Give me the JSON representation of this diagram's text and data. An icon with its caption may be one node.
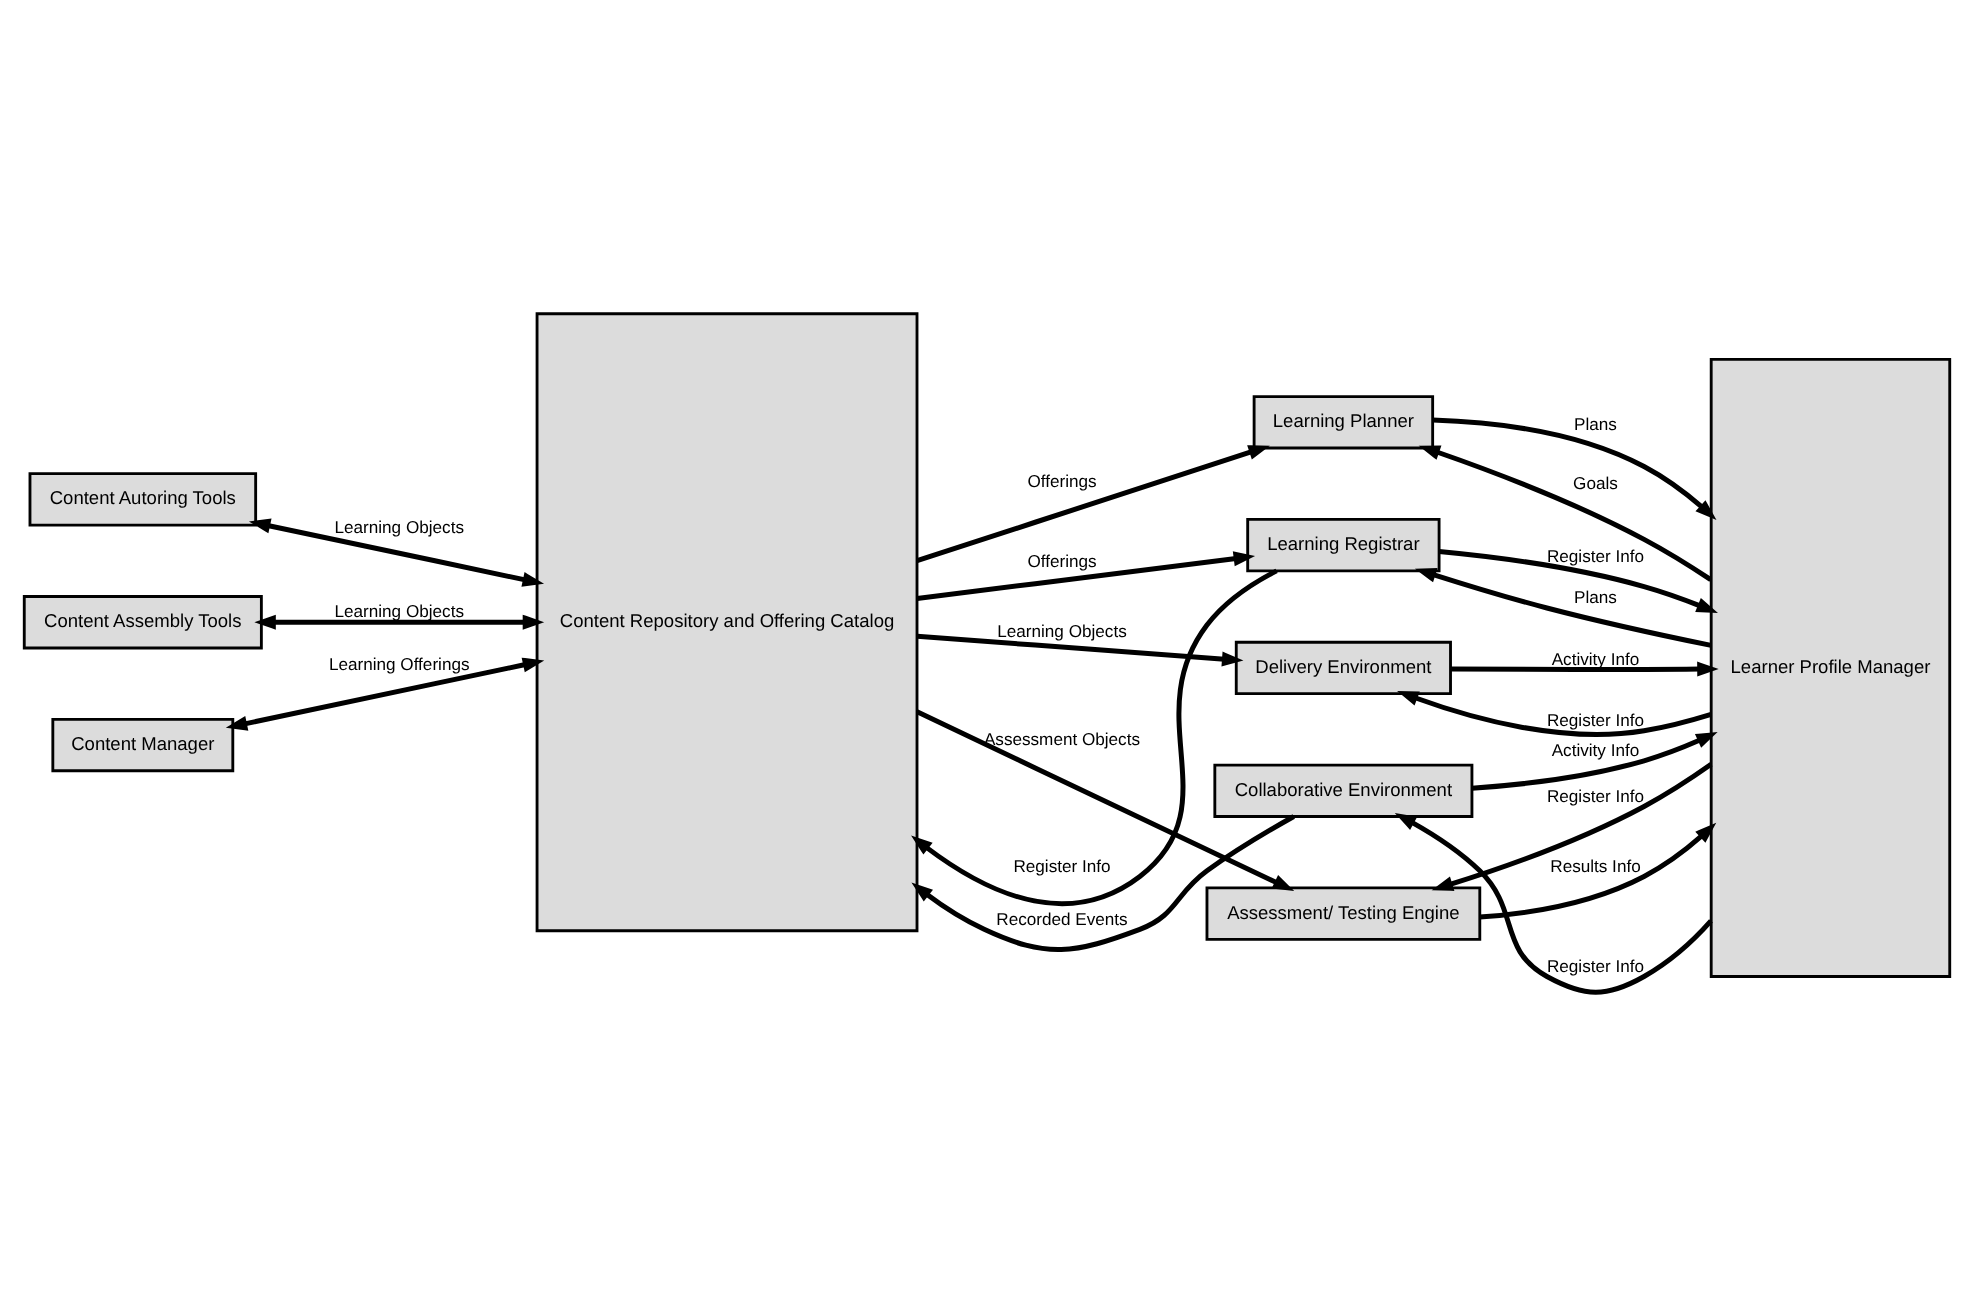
{
  "diagram": {
    "nodes": [
      {
        "text": [
          "Content Autoring Tools"
        ]
      },
      {
        "text": [
          "Content Assembly Tools"
        ]
      },
      {
        "text": [
          "Content Manager"
        ]
      },
      {
        "text": [
          "Content Repository and Offering Catalog"
        ]
      },
      {
        "text": [
          "Learning Planner"
        ]
      },
      {
        "text": [
          "Learning Registrar"
        ]
      },
      {
        "text": [
          "Delivery Environment"
        ]
      },
      {
        "text": [
          "Collaborative Environment"
        ]
      },
      {
        "text": [
          "Assessment/ Testing Engine"
        ]
      },
      {
        "text": [
          "Learner Profile Manager"
        ]
      }
    ],
    "edges": [
      {
        "from": 0,
        "to": 3,
        "arrow": "both",
        "label": "Learning Objects"
      },
      {
        "from": 1,
        "to": 3,
        "arrow": "both",
        "label": "Learning Objects"
      },
      {
        "from": 2,
        "to": 3,
        "arrow": "both",
        "label": "Learning Offerings"
      },
      {
        "from": 3,
        "to": 4,
        "arrow": "to",
        "label": "Offerings"
      },
      {
        "from": 9,
        "to": 4,
        "arrow": "to",
        "label": "Goals"
      },
      {
        "from": 4,
        "to": 9,
        "arrow": "to",
        "label": "Plans"
      },
      {
        "from": 3,
        "to": 5,
        "arrow": "to",
        "label": "Offerings"
      },
      {
        "from": 5,
        "to": 3,
        "arrow": "to",
        "label": "Register Info"
      },
      {
        "from": 9,
        "to": 5,
        "arrow": "to",
        "label": "Plans"
      },
      {
        "from": 5,
        "to": 9,
        "arrow": "to",
        "label": "Register Info"
      },
      {
        "from": 3,
        "to": 6,
        "arrow": "to",
        "label": "Learning Objects"
      },
      {
        "from": 9,
        "to": 6,
        "arrow": "to",
        "label": "Register Info"
      },
      {
        "from": 6,
        "to": 9,
        "arrow": "to",
        "label": "Activity Info"
      },
      {
        "from": 7,
        "to": 3,
        "arrow": "to",
        "label": "Recorded Events"
      },
      {
        "from": 9,
        "to": 7,
        "arrow": "to",
        "label": "Register Info"
      },
      {
        "from": 7,
        "to": 9,
        "arrow": "to",
        "label": "Activity Info"
      },
      {
        "from": 3,
        "to": 8,
        "arrow": "to",
        "label": "Assessment Objects"
      },
      {
        "from": 9,
        "to": 8,
        "arrow": "to",
        "label": "Register Info"
      },
      {
        "from": 8,
        "to": 9,
        "arrow": "to",
        "label": "Results Info"
      }
    ]
  }
}
